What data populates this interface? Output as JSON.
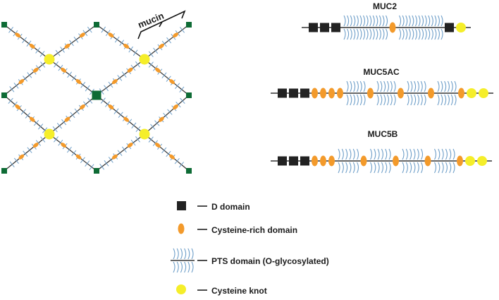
{
  "annotation": {
    "mucin_label": "mucin"
  },
  "proteins": [
    {
      "name": "MUC2",
      "domains": [
        "D",
        "D",
        "D",
        "PTS",
        "C",
        "PTS",
        "D",
        "K"
      ]
    },
    {
      "name": "MUC5AC",
      "domains": [
        "D",
        "D",
        "D",
        "C",
        "C",
        "C",
        "C",
        "PTS",
        "C",
        "PTS",
        "C",
        "PTS",
        "C",
        "PTS",
        "C",
        "K",
        "K"
      ]
    },
    {
      "name": "MUC5B",
      "domains": [
        "D",
        "D",
        "D",
        "C",
        "C",
        "C",
        "PTS",
        "C",
        "PTS",
        "C",
        "PTS",
        "C",
        "PTS",
        "C",
        "K",
        "K"
      ]
    }
  ],
  "legend": [
    {
      "symbol": "D",
      "label": "D domain"
    },
    {
      "symbol": "C",
      "label": "Cysteine-rich domain"
    },
    {
      "symbol": "PTS",
      "label": "PTS domain (O-glycosylated)"
    },
    {
      "symbol": "K",
      "label": "Cysteine knot"
    }
  ],
  "colors": {
    "d_domain": "#222222",
    "cys_rich": "#f39a2b",
    "pts": "#6f9fc9",
    "knot": "#f5ee2a",
    "node": "#0e6b35",
    "backbone": "#333333"
  }
}
